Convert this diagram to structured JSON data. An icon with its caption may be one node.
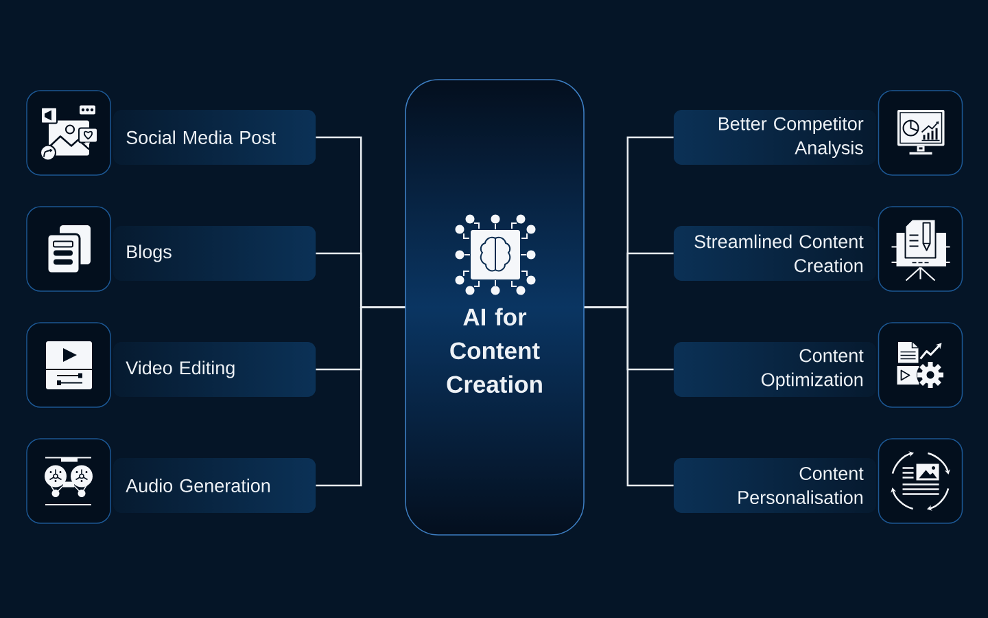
{
  "diagram": {
    "nodes": [
      {
        "text": [
          "AI for Content Creation"
        ]
      },
      {
        "text": [],
        "shape": "picture"
      },
      {
        "text": [
          "Social Media Post"
        ]
      },
      {
        "text": [],
        "shape": "picture"
      },
      {
        "text": [
          "Blogs"
        ]
      },
      {
        "text": [],
        "shape": "picture"
      },
      {
        "text": [
          "Video Editing"
        ]
      },
      {
        "text": [],
        "shape": "picture"
      },
      {
        "text": [
          "Audio Generation"
        ]
      },
      {
        "text": [
          "Better Competitor Analysis"
        ]
      },
      {
        "text": [],
        "shape": "picture"
      },
      {
        "text": [
          "Streamlined Content Creation"
        ]
      },
      {
        "text": [],
        "shape": "picture"
      },
      {
        "text": [
          "Content Optimization"
        ]
      },
      {
        "text": [],
        "shape": "picture"
      },
      {
        "text": [
          "Content Personalisation"
        ]
      },
      {
        "text": [],
        "shape": "picture"
      }
    ],
    "edges": [
      {
        "from": 0,
        "to": 2,
        "arrow": "none"
      },
      {
        "from": 0,
        "to": 4,
        "arrow": "none"
      },
      {
        "from": 0,
        "to": 6,
        "arrow": "none"
      },
      {
        "from": 0,
        "to": 8,
        "arrow": "none"
      },
      {
        "from": 0,
        "to": 9,
        "arrow": "none"
      },
      {
        "from": 0,
        "to": 11,
        "arrow": "none"
      },
      {
        "from": 0,
        "to": 13,
        "arrow": "none"
      },
      {
        "from": 0,
        "to": 15,
        "arrow": "none"
      }
    ]
  }
}
